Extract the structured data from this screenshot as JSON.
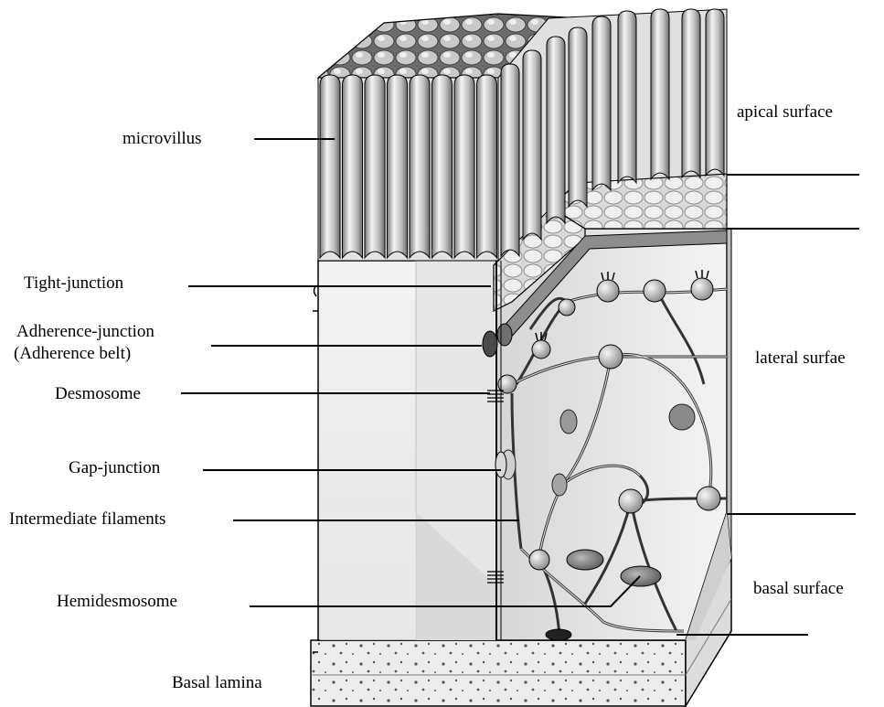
{
  "labels": {
    "microvillus": "microvillus",
    "tight_junction": "Tight-junction",
    "adherence_junction_line1": "Adherence-junction",
    "adherence_junction_line2": "(Adherence belt)",
    "desmosome": "Desmosome",
    "gap_junction": "Gap-junction",
    "intermediate_filaments": "Intermediate filaments",
    "hemidesmosome": "Hemidesmosome",
    "basal_lamina": "Basal lamina",
    "apical_surface": "apical surface",
    "lateral_surface": "lateral surfae",
    "basal_surface": "basal surface"
  },
  "colors": {
    "ink": "#000000",
    "cell_fill": "#efefef",
    "cell_shade": "#d8d8d8",
    "lamina_fill": "#e9e9e9",
    "dark_plaque": "#2e2e2e"
  }
}
